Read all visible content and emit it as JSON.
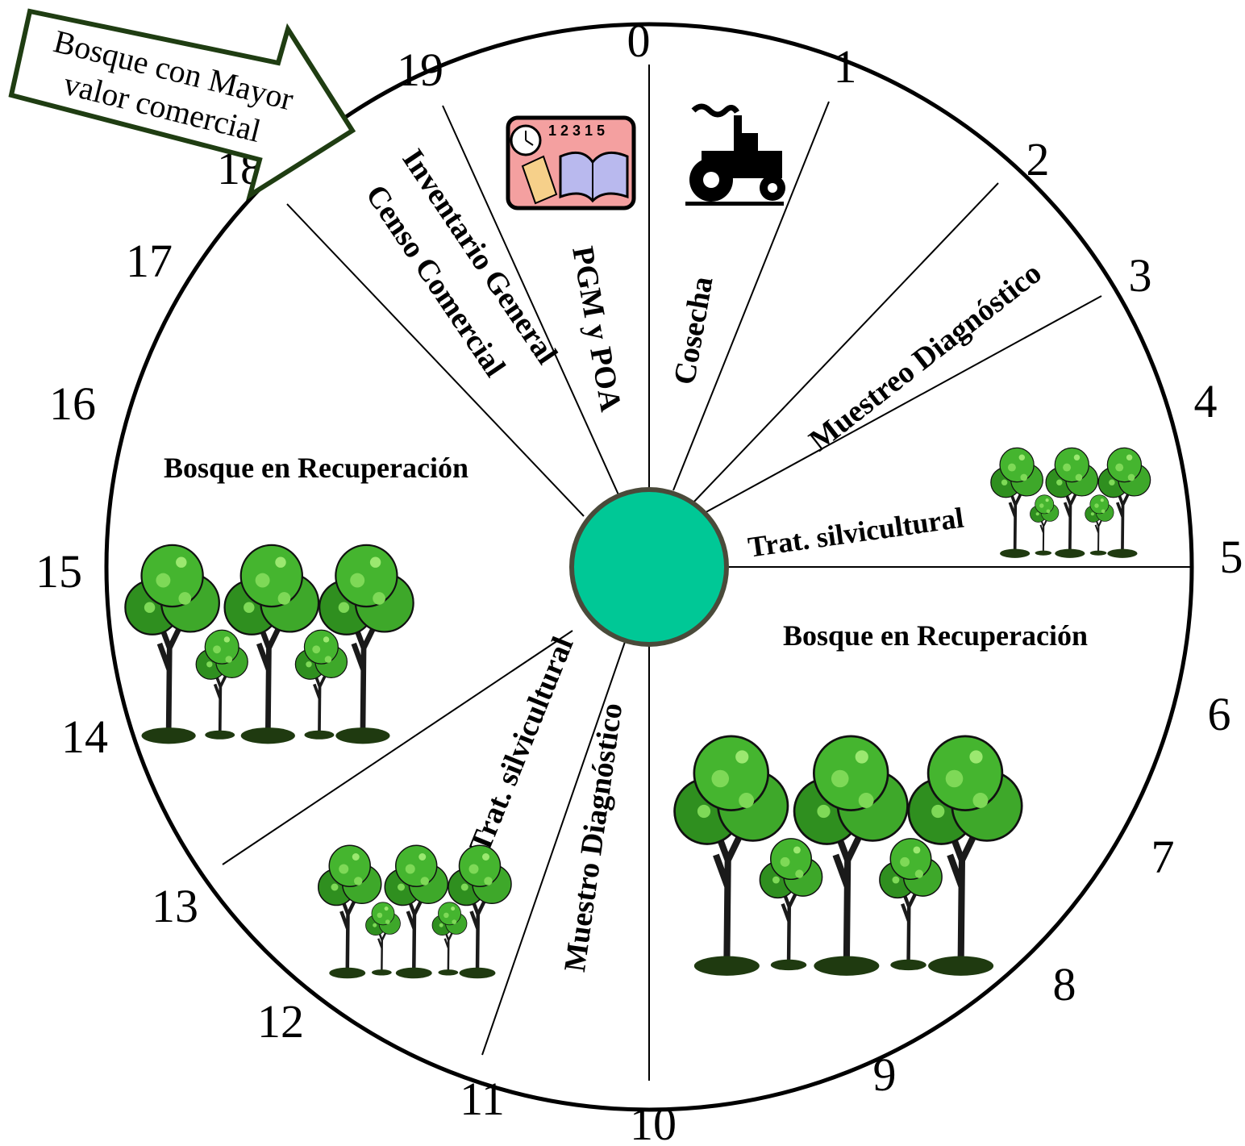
{
  "callout": {
    "line1": "Bosque con Mayor",
    "line2": "valor comercial"
  },
  "year_numbers": [
    "0",
    "1",
    "2",
    "3",
    "4",
    "5",
    "6",
    "7",
    "8",
    "9",
    "10",
    "11",
    "12",
    "13",
    "14",
    "15",
    "16",
    "17",
    "18",
    "19"
  ],
  "labels": {
    "cosecha": "Cosecha",
    "pgm_poa": "PGM y POA",
    "inventario": "Inventario General",
    "censo": "Censo Comercial",
    "muestreo_top": "Muestreo Diagnóstico",
    "trat_right": "Trat. silvicultural",
    "bosque_right": "Bosque en Recuperación",
    "bosque_left": "Bosque en Recuperación",
    "trat_bottom": "Trat. silvicultural",
    "muestro_bottom": "Muestro Diagnóstico"
  },
  "icons": {
    "tractor": "tractor-icon",
    "planning": "calendar-book-icon",
    "trees": "tree-group-icon"
  },
  "colors": {
    "hub": "#00c896",
    "hub_border": "#4a4a3a",
    "callout_border": "#1f3d12",
    "tree_leaf": "#3ea82a",
    "tree_leaf_light": "#7ed957",
    "planning_bg": "#f4a0a0"
  }
}
